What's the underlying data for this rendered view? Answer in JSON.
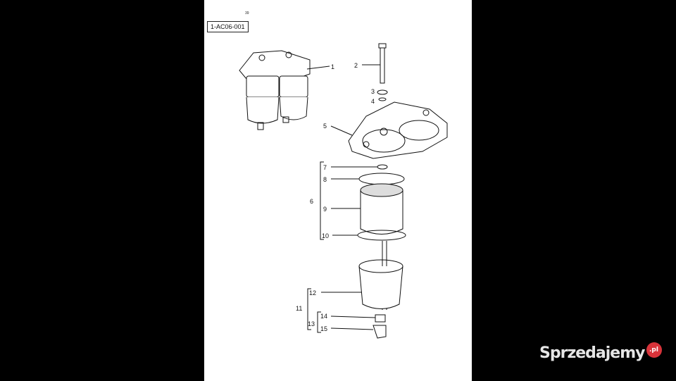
{
  "page": {
    "page_number": "39",
    "reference_code": "1-AC06-001"
  },
  "callouts": [
    "1",
    "2",
    "3",
    "4",
    "5",
    "6",
    "7",
    "8",
    "9",
    "10",
    "11",
    "12",
    "13",
    "14",
    "15"
  ],
  "watermark": {
    "text": "Sprzedajemy",
    "badge": ".pl",
    "badge_color": "#d8333a"
  }
}
